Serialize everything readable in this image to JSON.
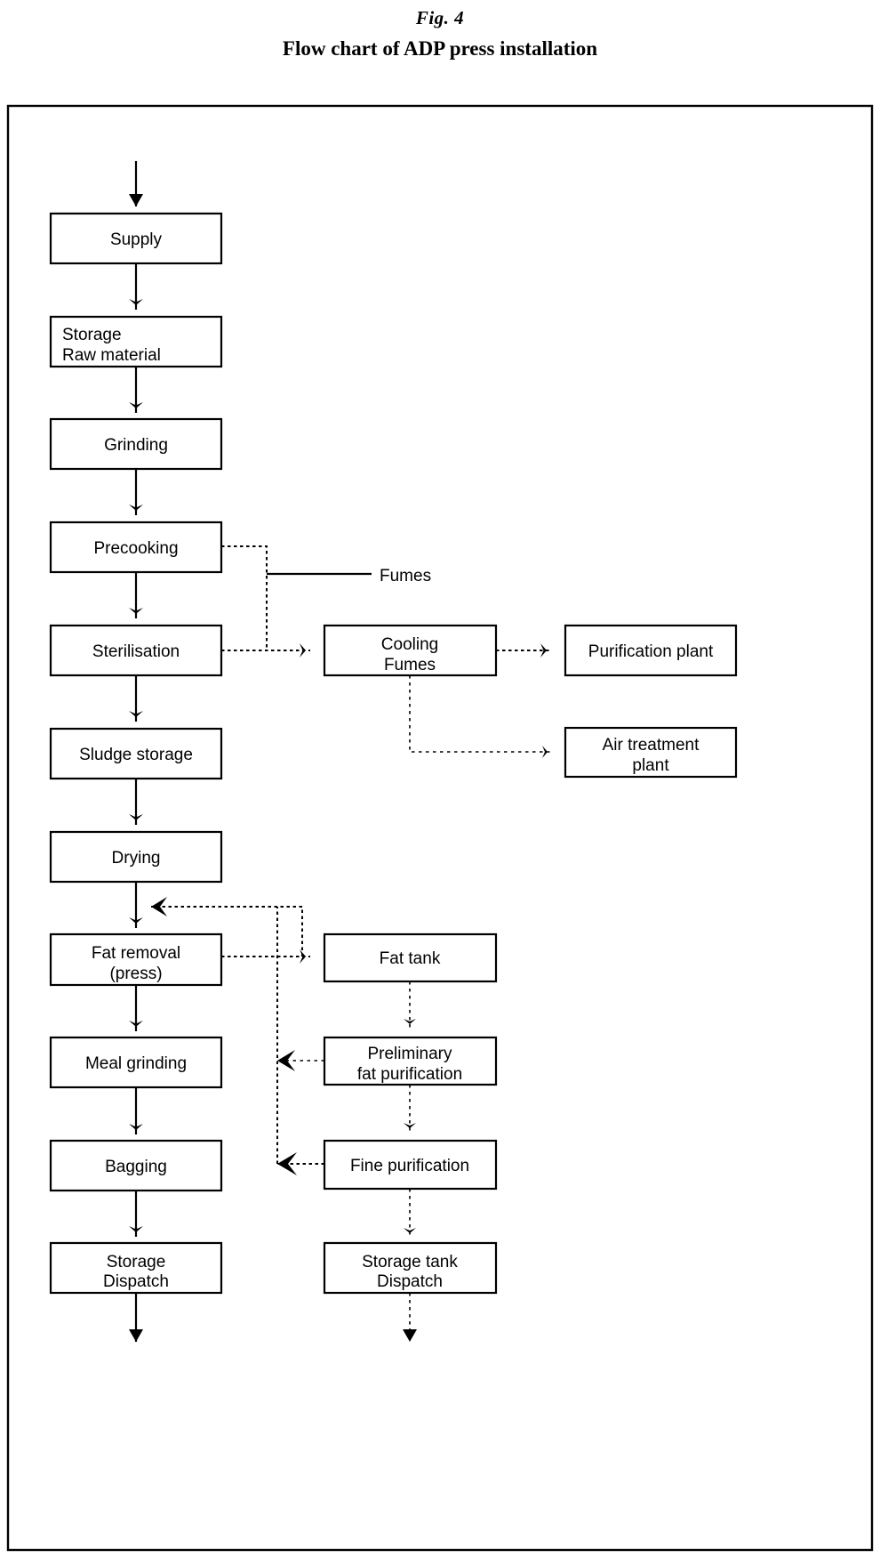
{
  "figure": {
    "number": "Fig. 4",
    "title": "Flow chart of ADP press installation"
  },
  "chart_data": {
    "type": "diagram",
    "diagram_type": "flowchart",
    "title": "Flow chart of ADP press installation",
    "columns": [
      "main-process",
      "fat-and-fumes",
      "treatment-plants"
    ],
    "nodes": [
      {
        "id": "supply",
        "label": "Supply",
        "column": "main-process"
      },
      {
        "id": "storage-raw",
        "label": "Storage\nRaw material",
        "column": "main-process"
      },
      {
        "id": "grinding",
        "label": "Grinding",
        "column": "main-process"
      },
      {
        "id": "precooking",
        "label": "Precooking",
        "column": "main-process"
      },
      {
        "id": "sterilisation",
        "label": "Sterilisation",
        "column": "main-process"
      },
      {
        "id": "sludge",
        "label": "Sludge storage",
        "column": "main-process"
      },
      {
        "id": "drying",
        "label": "Drying",
        "column": "main-process"
      },
      {
        "id": "fat-removal",
        "label": "Fat removal\n(press)",
        "column": "main-process"
      },
      {
        "id": "meal-grinding",
        "label": "Meal grinding",
        "column": "main-process"
      },
      {
        "id": "bagging",
        "label": "Bagging",
        "column": "main-process"
      },
      {
        "id": "storage-disp",
        "label": "Storage\nDispatch",
        "column": "main-process"
      },
      {
        "id": "cooling",
        "label": "Cooling\nFumes",
        "column": "fat-and-fumes"
      },
      {
        "id": "fat-tank",
        "label": "Fat tank",
        "column": "fat-and-fumes"
      },
      {
        "id": "prelim-fat",
        "label": "Preliminary\nfat purification",
        "column": "fat-and-fumes"
      },
      {
        "id": "fine-purif",
        "label": "Fine purification",
        "column": "fat-and-fumes"
      },
      {
        "id": "storage-tank",
        "label": "Storage tank\nDispatch",
        "column": "fat-and-fumes"
      },
      {
        "id": "purif-plant",
        "label": "Purification plant",
        "column": "treatment-plants"
      },
      {
        "id": "air-plant",
        "label": "Air treatment\nplant",
        "column": "treatment-plants"
      }
    ],
    "annotations": [
      {
        "id": "fumes-note",
        "label": "Fumes"
      }
    ],
    "edges": [
      {
        "from": "input",
        "to": "supply",
        "style": "solid"
      },
      {
        "from": "supply",
        "to": "storage-raw",
        "style": "solid"
      },
      {
        "from": "storage-raw",
        "to": "grinding",
        "style": "solid"
      },
      {
        "from": "grinding",
        "to": "precooking",
        "style": "solid"
      },
      {
        "from": "precooking",
        "to": "sterilisation",
        "style": "solid"
      },
      {
        "from": "sterilisation",
        "to": "sludge",
        "style": "solid"
      },
      {
        "from": "sludge",
        "to": "drying",
        "style": "solid"
      },
      {
        "from": "drying",
        "to": "fat-removal",
        "style": "solid"
      },
      {
        "from": "fat-removal",
        "to": "meal-grinding",
        "style": "solid"
      },
      {
        "from": "meal-grinding",
        "to": "bagging",
        "style": "solid"
      },
      {
        "from": "bagging",
        "to": "storage-disp",
        "style": "solid"
      },
      {
        "from": "storage-disp",
        "to": "output",
        "style": "solid"
      },
      {
        "from": "precooking",
        "to": "cooling",
        "style": "dotted"
      },
      {
        "from": "sterilisation",
        "to": "cooling",
        "style": "dotted"
      },
      {
        "from": "cooling",
        "to": "purif-plant",
        "style": "dotted"
      },
      {
        "from": "cooling",
        "to": "air-plant",
        "style": "dotted"
      },
      {
        "from": "fat-removal",
        "to": "fat-tank",
        "style": "dotted"
      },
      {
        "from": "fat-tank",
        "to": "prelim-fat",
        "style": "dotted"
      },
      {
        "from": "prelim-fat",
        "to": "meal-grinding",
        "style": "dotted"
      },
      {
        "from": "prelim-fat",
        "to": "fine-purif",
        "style": "dotted"
      },
      {
        "from": "fine-purif",
        "to": "bagging",
        "style": "dotted"
      },
      {
        "from": "fine-purif",
        "to": "storage-tank",
        "style": "dotted"
      },
      {
        "from": "fat-tank",
        "to": "fat-removal",
        "style": "dotted"
      },
      {
        "from": "storage-tank",
        "to": "output",
        "style": "dotted"
      }
    ]
  },
  "boxes": {
    "supply": {
      "line1": "Supply"
    },
    "storage_raw": {
      "line1": "Storage",
      "line2": "Raw material"
    },
    "grinding": {
      "line1": "Grinding"
    },
    "precooking": {
      "line1": "Precooking"
    },
    "sterilisation": {
      "line1": "Sterilisation"
    },
    "sludge": {
      "line1": "Sludge storage"
    },
    "drying": {
      "line1": "Drying"
    },
    "fat_removal": {
      "line1": "Fat removal",
      "line2": "(press)"
    },
    "meal_grinding": {
      "line1": "Meal grinding"
    },
    "bagging": {
      "line1": "Bagging"
    },
    "storage_disp": {
      "line1": "Storage",
      "line2": "Dispatch"
    },
    "cooling": {
      "line1": "Cooling",
      "line2": "Fumes"
    },
    "fat_tank": {
      "line1": "Fat tank"
    },
    "prelim_fat": {
      "line1": "Preliminary",
      "line2": "fat purification"
    },
    "fine_purif": {
      "line1": "Fine purification"
    },
    "storage_tank": {
      "line1": "Storage tank",
      "line2": "Dispatch"
    },
    "purif_plant": {
      "line1": "Purification plant"
    },
    "air_plant": {
      "line1": "Air treatment",
      "line2": "plant"
    }
  },
  "annotations": {
    "fumes": "Fumes"
  },
  "colors": {
    "stroke": "#000000",
    "background": "#ffffff",
    "box_fill": "#ffffff"
  }
}
